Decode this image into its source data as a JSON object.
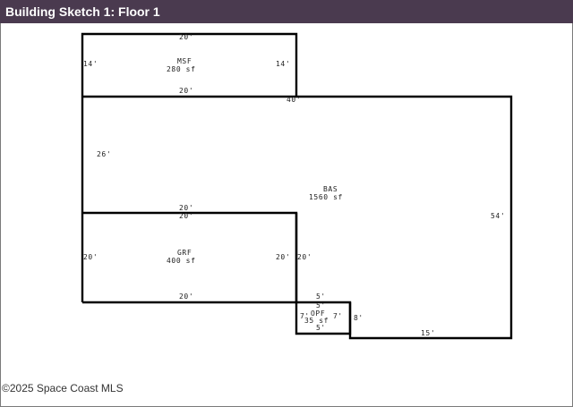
{
  "title": "Building Sketch 1: Floor 1",
  "copyright": "©2025 Space Coast MLS",
  "areas": {
    "msf": {
      "code": "MSF",
      "area": "280 sf"
    },
    "bas": {
      "code": "BAS",
      "area": "1560 sf"
    },
    "grf": {
      "code": "GRF",
      "area": "400 sf"
    },
    "opf": {
      "code": "OPF",
      "area": "35 sf"
    }
  },
  "dims": {
    "msf_top": "20'",
    "msf_left": "14'",
    "msf_right": "14'",
    "msf_bottom": "20'",
    "bas_top": "40'",
    "bas_left": "26'",
    "bas_right": "54'",
    "bas_bottom": "15'",
    "grf_top_a": "20'",
    "grf_top_b": "20'",
    "grf_left": "20'",
    "grf_right": "20'",
    "grf_right_b": "20'",
    "grf_bottom": "20'",
    "opf_top": "5'",
    "opf_inner_top": "5'",
    "opf_left": "7'",
    "opf_right": "7'",
    "opf_right_outer": "8'",
    "opf_bottom": "5'"
  }
}
